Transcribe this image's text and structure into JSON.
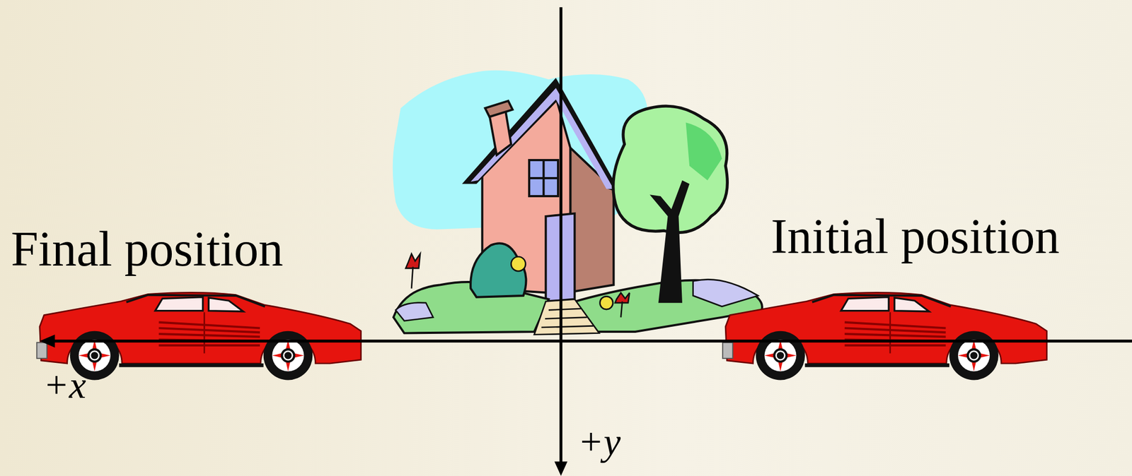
{
  "diagram": {
    "labels": [
      "Final position",
      "Initial position",
      "+x",
      "+y"
    ]
  }
}
